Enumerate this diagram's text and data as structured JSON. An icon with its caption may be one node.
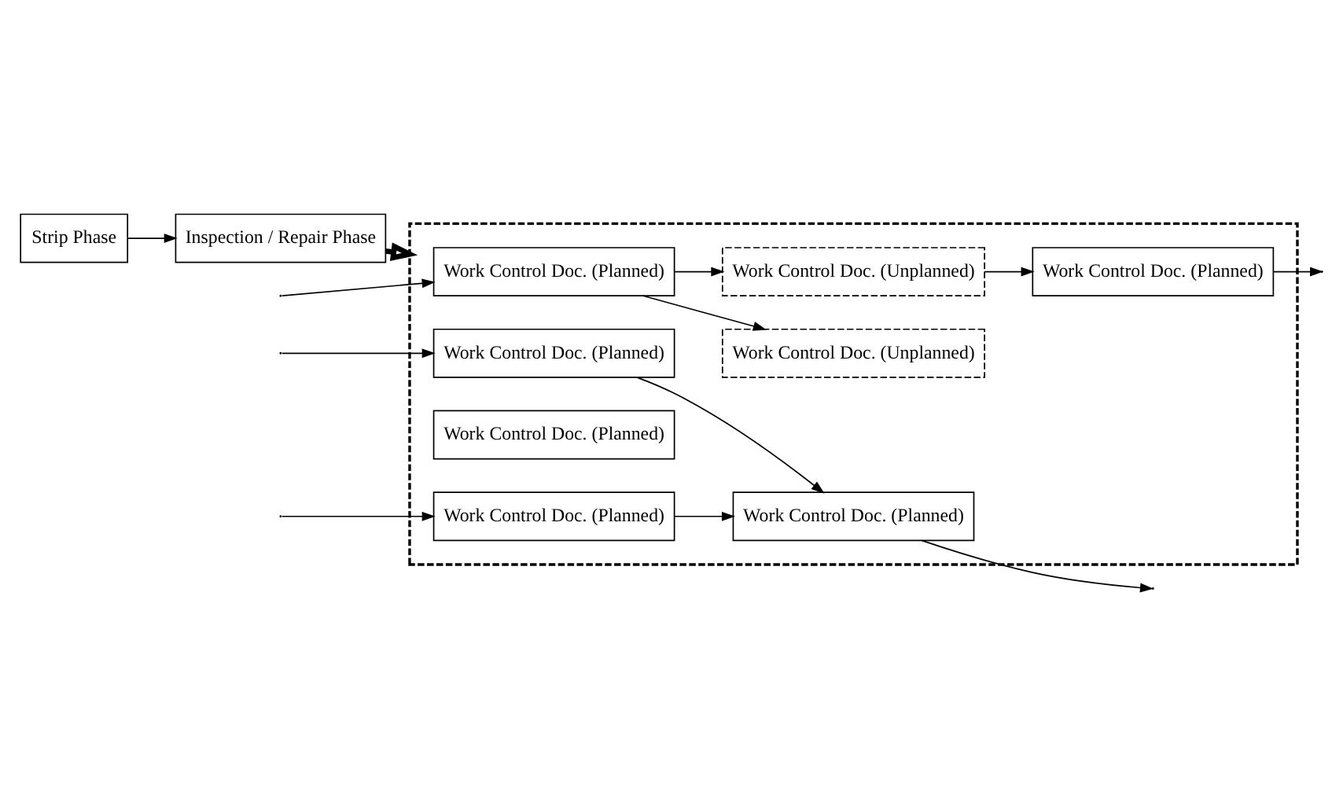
{
  "diagram": {
    "nodes": [
      {
        "text": [
          "Strip Phase"
        ]
      },
      {
        "text": [
          "Inspection / Repair Phase"
        ]
      },
      {
        "text": [],
        "shape": "box"
      },
      {
        "text": [
          "Work Control Doc. (Planned)"
        ],
        "in": 2
      },
      {
        "text": [
          "Work Control Doc. (Unplanned)"
        ],
        "in": 2
      },
      {
        "text": [
          "Work Control Doc. (Planned)"
        ],
        "in": 2
      },
      {
        "text": [
          "Work Control Doc. (Unplanned)"
        ],
        "in": 2
      },
      {
        "text": [
          "Work Control Doc. (Planned)"
        ],
        "in": 2
      },
      {
        "text": [
          "Work Control Doc. (Planned)"
        ],
        "in": 2
      },
      {
        "text": [
          "Work Control Doc. (Planned)"
        ],
        "in": 2
      },
      {
        "text": [
          "Work Control Doc. (Planned)"
        ],
        "in": 2
      }
    ],
    "edges": [
      {
        "from": 0,
        "to": 1,
        "arrow": "to"
      },
      {
        "from": 1,
        "to": 2,
        "arrow": "to",
        "style": "thick"
      },
      {
        "from": null,
        "to": 3,
        "arrow": "to"
      },
      {
        "from": null,
        "to": 5,
        "arrow": "to"
      },
      {
        "from": null,
        "to": 9,
        "arrow": "to"
      },
      {
        "from": 3,
        "to": 4,
        "arrow": "to"
      },
      {
        "from": 3,
        "to": 6,
        "arrow": "to"
      },
      {
        "from": 6,
        "to": 7,
        "arrow": "to"
      },
      {
        "from": 7,
        "to": null,
        "arrow": "to"
      },
      {
        "from": 5,
        "to": 10,
        "arrow": "to"
      },
      {
        "from": 9,
        "to": 10,
        "arrow": "to"
      },
      {
        "from": 10,
        "to": null,
        "arrow": "to"
      }
    ]
  }
}
